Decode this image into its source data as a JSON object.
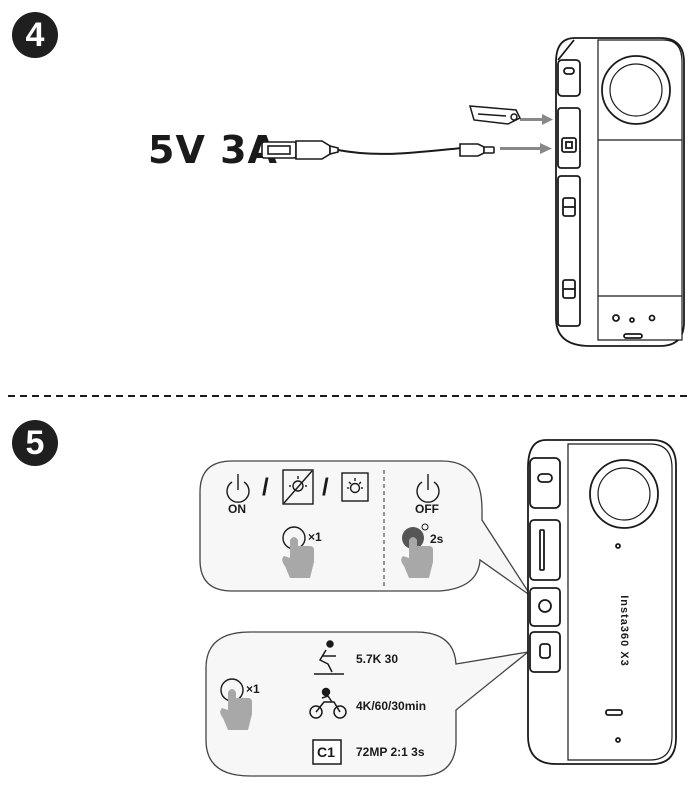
{
  "step4": {
    "number": "4",
    "power_spec": "5V 3A"
  },
  "step5": {
    "number": "5",
    "power_panel": {
      "on_label": "ON",
      "off_label": "OFF",
      "separator": "/",
      "press_once_label": "×1",
      "hold_label": "2s"
    },
    "mode_panel": {
      "press_once_label": "×1",
      "modes": [
        {
          "icon": "cyclist-icon",
          "label": "5.7K 30"
        },
        {
          "icon": "motorcycle-icon",
          "label": "4K/60/30min"
        },
        {
          "icon": "custom-mode-icon",
          "icon_text": "C1",
          "label": "72MP 2:1 3s"
        }
      ]
    },
    "camera_brand": "Insta360 X3"
  }
}
